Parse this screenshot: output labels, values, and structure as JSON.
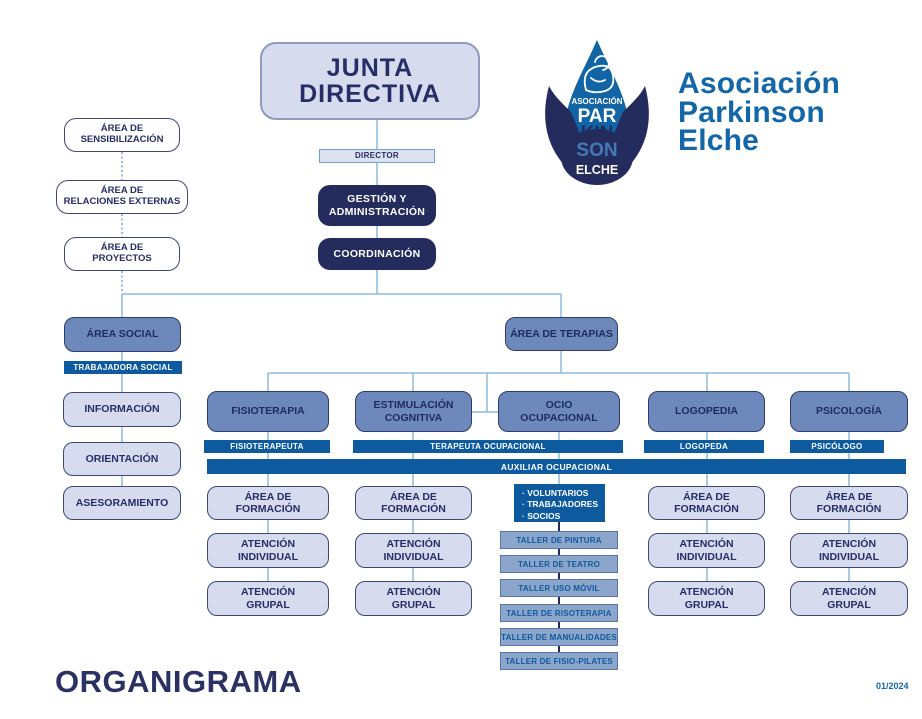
{
  "header": {
    "junta_directiva": "JUNTA\nDIRECTIVA",
    "director": "DIRECTOR",
    "gestion": "GESTIÓN Y\nADMINISTRACIÓN",
    "coordinacion": "COORDINACIÓN"
  },
  "brand": {
    "title": "Asociación\nParkinson\nElche",
    "logo": {
      "asociacion": "ASOCIACIÓN",
      "par": "PAR",
      "kin": "KIN",
      "son": "SON",
      "elche": "ELCHE"
    }
  },
  "left_areas": {
    "items": [
      {
        "label": "ÁREA DE\nSENSIBILIZACIÓN"
      },
      {
        "label": "ÁREA DE\nRELACIONES EXTERNAS"
      },
      {
        "label": "ÁREA DE\nPROYECTOS"
      }
    ]
  },
  "social": {
    "title": "ÁREA SOCIAL",
    "role": "TRABAJADORA SOCIAL",
    "items": [
      {
        "label": "INFORMACIÓN"
      },
      {
        "label": "ORIENTACIÓN"
      },
      {
        "label": "ASESORAMIENTO"
      }
    ]
  },
  "terapias": {
    "title": "ÁREA DE TERAPIAS",
    "auxiliar_bar": "AUXILIAR OCUPACIONAL",
    "columns": [
      {
        "title": "FISIOTERAPIA",
        "role": "FISIOTERAPEUTA",
        "items": [
          {
            "label": "ÁREA DE\nFORMACIÓN"
          },
          {
            "label": "ATENCIÓN\nINDIVIDUAL"
          },
          {
            "label": "ATENCIÓN\nGRUPAL"
          }
        ]
      },
      {
        "title": "ESTIMULACIÓN\nCOGNITIVA",
        "role": "TERAPEUTA OCUPACIONAL",
        "items": [
          {
            "label": "ÁREA DE\nFORMACIÓN"
          },
          {
            "label": "ATENCIÓN\nINDIVIDUAL"
          },
          {
            "label": "ATENCIÓN\nGRUPAL"
          }
        ]
      },
      {
        "title": "OCIO\nOCUPACIONAL",
        "participants": [
          "VOLUNTARIOS",
          "TRABAJADORES",
          "SOCIOS"
        ],
        "talleres": [
          {
            "label": "TALLER DE PINTURA"
          },
          {
            "label": "TALLER DE TEATRO"
          },
          {
            "label": "TALLER USO MÓVIL"
          },
          {
            "label": "TALLER DE RISOTERAPIA"
          },
          {
            "label": "TALLER DE MANUALIDADES"
          },
          {
            "label": "TALLER DE FISIO-PILATES"
          }
        ]
      },
      {
        "title": "LOGOPEDIA",
        "role": "LOGOPEDA",
        "items": [
          {
            "label": "ÁREA DE\nFORMACIÓN"
          },
          {
            "label": "ATENCIÓN\nINDIVIDUAL"
          },
          {
            "label": "ATENCIÓN\nGRUPAL"
          }
        ]
      },
      {
        "title": "PSICOLOGÍA",
        "role": "PSICÓLOGO",
        "items": [
          {
            "label": "ÁREA DE\nFORMACIÓN"
          },
          {
            "label": "ATENCIÓN\nINDIVIDUAL"
          },
          {
            "label": "ATENCIÓN\nGRUPAL"
          }
        ]
      }
    ]
  },
  "footer": {
    "title": "ORGANIGRAMA",
    "date": "01/2024"
  },
  "colors": {
    "navy": "#242c5e",
    "steel_blue": "#6d89bb",
    "lavender": "#d7dbee",
    "bar_blue": "#0d5b9e",
    "brand_blue": "#1467a7",
    "connector": "#8cbcdd"
  }
}
